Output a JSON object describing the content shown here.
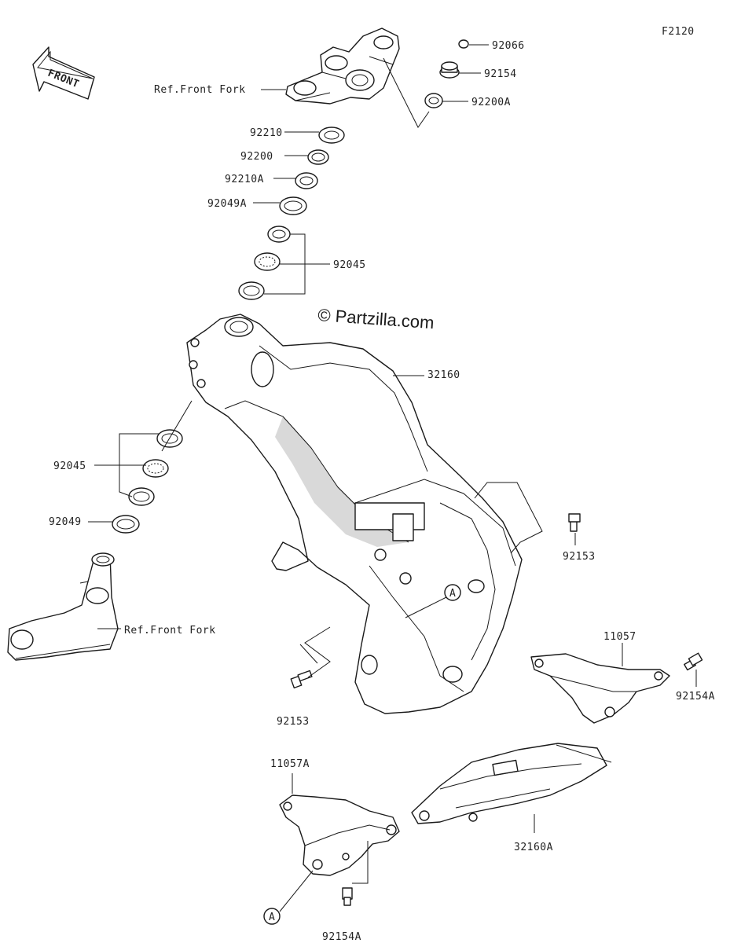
{
  "figure_code": "F2120",
  "direction_label": "FRONT",
  "watermark": "© Partzilla.com",
  "ref_callout": "A",
  "parts": {
    "p92066": "92066",
    "p92154": "92154",
    "p92200A": "92200A",
    "p92210": "92210",
    "p92200": "92200",
    "p92210A": "92210A",
    "p92049A": "92049A",
    "p92045_top": "92045",
    "p32160": "32160",
    "p92045_left": "92045",
    "p92049": "92049",
    "p92153_right": "92153",
    "p92153_left": "92153",
    "p11057": "11057",
    "p92154A_right": "92154A",
    "p11057A": "11057A",
    "p32160A": "32160A",
    "p92154A_bottom": "92154A"
  },
  "refs": {
    "front_fork_upper": "Ref.Front Fork",
    "front_fork_lower": "Ref.Front Fork"
  }
}
